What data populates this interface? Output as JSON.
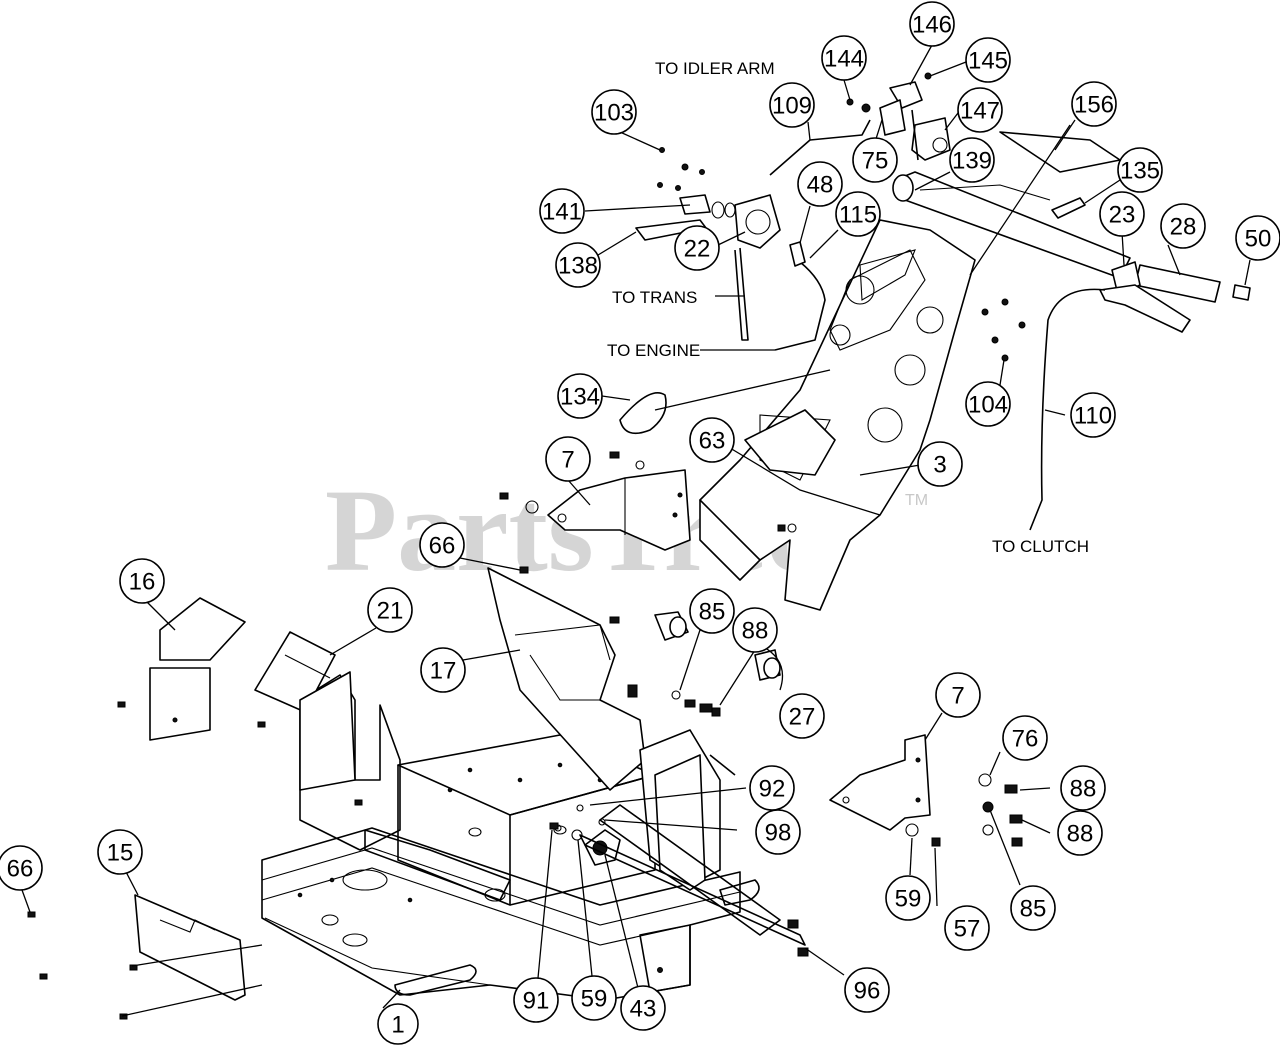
{
  "watermark": {
    "text": "PartsTree",
    "tm": "TM"
  },
  "notes": {
    "idler_arm": "TO IDLER ARM",
    "trans": "TO TRANS",
    "engine": "TO ENGINE",
    "clutch": "TO CLUTCH"
  },
  "callouts": [
    "146",
    "144",
    "145",
    "109",
    "103",
    "147",
    "156",
    "75",
    "139",
    "135",
    "48",
    "141",
    "115",
    "23",
    "28",
    "50",
    "22",
    "138",
    "104",
    "110",
    "134",
    "63",
    "7",
    "3",
    "66",
    "16",
    "21",
    "85",
    "88",
    "17",
    "27",
    "7",
    "76",
    "88",
    "92",
    "98",
    "88",
    "15",
    "66",
    "59",
    "57",
    "85",
    "91",
    "59",
    "43",
    "96",
    "1"
  ]
}
